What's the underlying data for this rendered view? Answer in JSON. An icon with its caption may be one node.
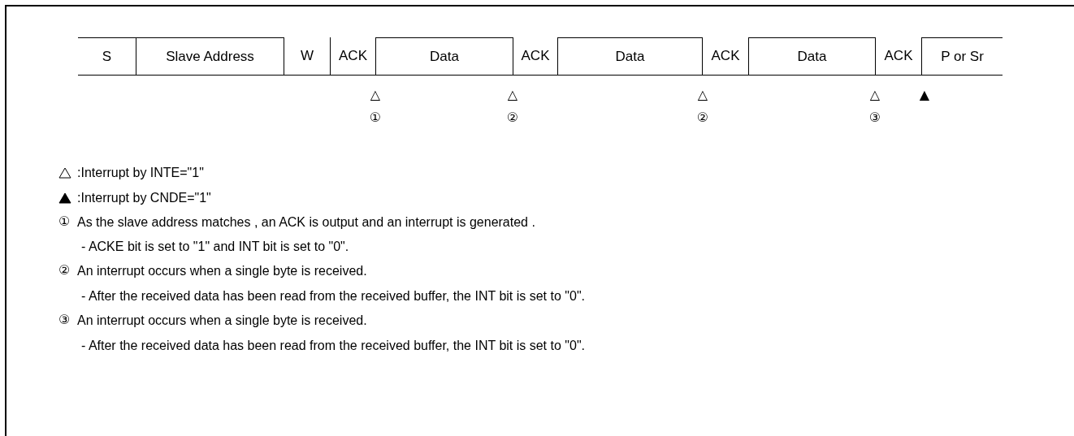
{
  "diagram": {
    "nodes": [
      {
        "text": [
          "S"
        ]
      },
      {
        "text": [
          "Slave Address"
        ]
      },
      {
        "text": [
          "W"
        ]
      },
      {
        "text": [
          "ACK"
        ]
      },
      {
        "text": [
          "Data"
        ]
      },
      {
        "text": [
          "ACK"
        ]
      },
      {
        "text": [
          "Data"
        ]
      },
      {
        "text": [
          "ACK"
        ]
      },
      {
        "text": [
          "Data"
        ]
      },
      {
        "text": [
          "ACK"
        ]
      },
      {
        "text": [
          "P or Sr"
        ]
      }
    ],
    "edges": [],
    "labels": [
      "△",
      "△",
      "△",
      "△",
      "▲",
      "①",
      "②",
      "②",
      "③",
      "①",
      "As the slave address matches , an ACK is output and an interrupt is generated .",
      "- ACKE bit is set to \"1\" and INT bit is set to \"0\".",
      "②",
      "An interrupt occurs when a single byte is received.",
      "- After the received data has been read from the received buffer, the INT bit is set to \"0\".",
      "③",
      "An interrupt occurs when a single byte is received.",
      "- After the received data has been read from the received buffer, the INT bit is set to \"0\"."
    ],
    "legend": [
      {
        "text": ":Interrupt by INTE=\"1\""
      },
      {
        "text": ":Interrupt by CNDE=\"1\""
      }
    ]
  }
}
